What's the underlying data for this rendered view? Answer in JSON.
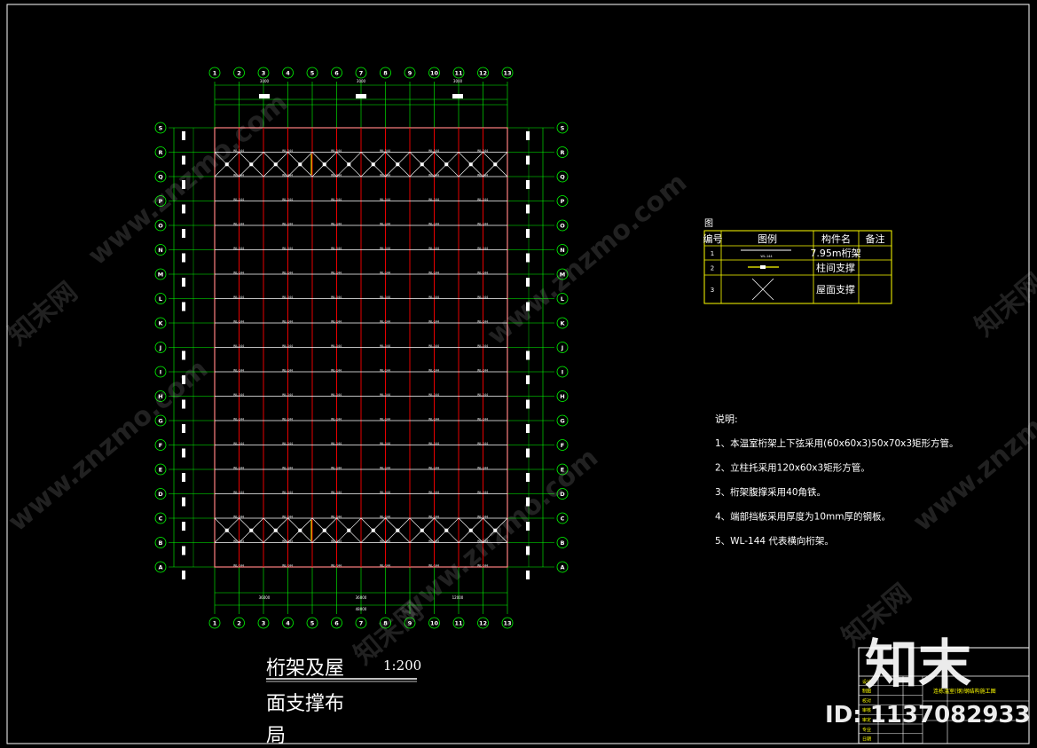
{
  "colors": {
    "background": "#000000",
    "frame": "#ffffff",
    "grid": "#00ff00",
    "truss": "#ff0000",
    "border_rect": "#ff8080",
    "member": "#ffffff",
    "legend_border": "#ffff00",
    "text": "#ffffff"
  },
  "plan": {
    "column_labels": [
      "1",
      "2",
      "3",
      "4",
      "5",
      "6",
      "7",
      "8",
      "9",
      "10",
      "11",
      "12",
      "13"
    ],
    "row_labels": [
      "S",
      "R",
      "Q",
      "P",
      "O",
      "N",
      "M",
      "L",
      "K",
      "J",
      "I",
      "H",
      "G",
      "F",
      "E",
      "D",
      "C",
      "B",
      "A"
    ],
    "truss_tag": "WL-144",
    "top_dims": [
      "3000",
      "3000",
      "3000"
    ],
    "bottom_dims": [
      "36000",
      "36000",
      "12000"
    ],
    "bottom_total": "48000"
  },
  "legend": {
    "heading": "图",
    "headers": [
      "编号",
      "图例",
      "构件名",
      "备注"
    ],
    "rows": [
      {
        "no": "1",
        "sample": "WL-144",
        "name": "7.95m桁架",
        "note": ""
      },
      {
        "no": "2",
        "sample": "",
        "name": "柱间支撑",
        "note": ""
      },
      {
        "no": "3",
        "sample": "",
        "name": "屋面支撑",
        "note": ""
      }
    ]
  },
  "notes": {
    "heading": "说明:",
    "items": [
      "1、本温室桁架上下弦采用(60x60x3)50x70x3矩形方管。",
      "2、立柱托采用120x60x3矩形方管。",
      "3、桁架腹撑采用40角铁。",
      "4、端部挡板采用厚度为10mm厚的钢板。",
      "5、WL-144 代表横向桁架。"
    ]
  },
  "drawing_title": {
    "line1": "桁架及屋",
    "scale": "1:200",
    "line2": "面支撑布",
    "line3": "局"
  },
  "title_block": {
    "project": "连栋温室(钢)钢结构施工图",
    "rows": [
      "设计",
      "制图",
      "校对",
      "审核",
      "审定",
      "专业",
      "日期"
    ]
  },
  "watermark": {
    "brand": "知末",
    "id": "ID: 1137082933",
    "site": "www.znzmo.com",
    "site_cn": "知末网"
  }
}
